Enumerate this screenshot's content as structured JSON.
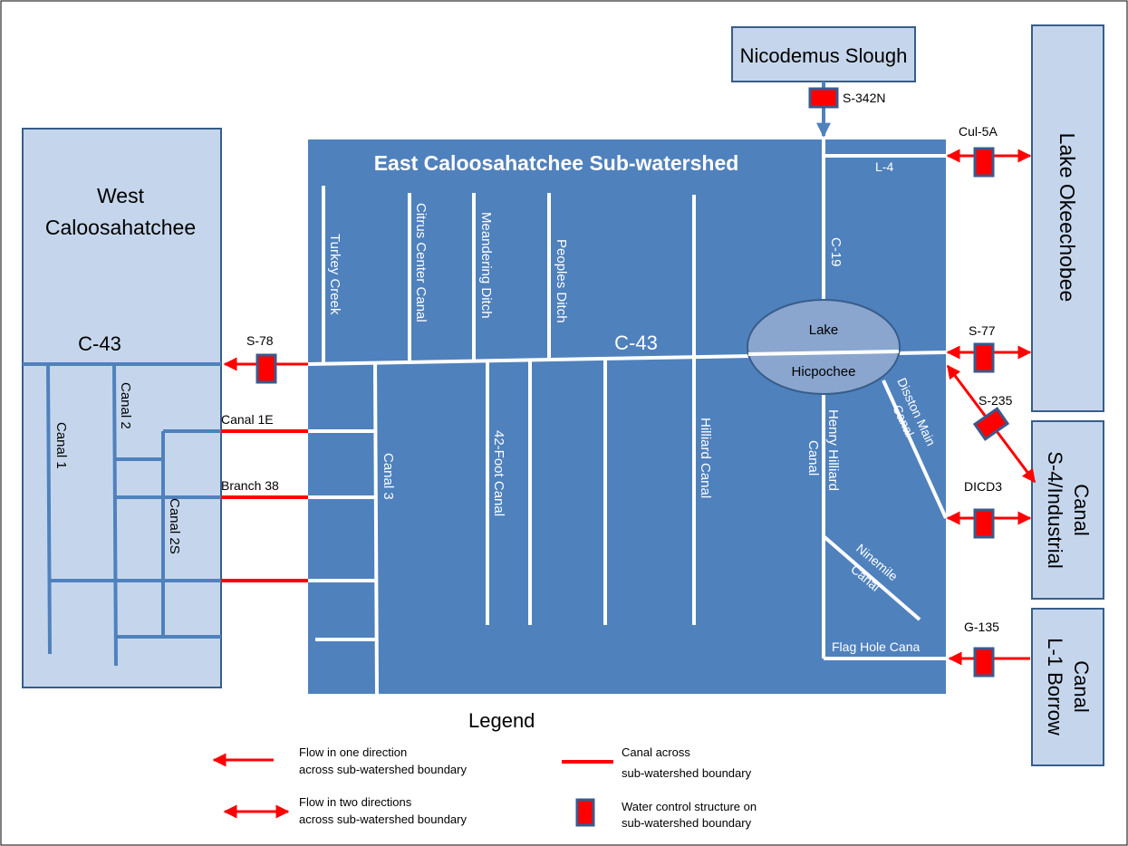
{
  "title": "East Caloosahatchee Sub-watershed",
  "regions": {
    "west": {
      "line1": "West",
      "line2": "Caloosahatchee"
    },
    "nicodemus": "Nicodemus Slough",
    "lake_okeechobee": "Lake Okeechobee",
    "s4_industrial": {
      "line1": "S-4/Industrial",
      "line2": "Canal"
    },
    "l1_borrow": {
      "line1": "L-1 Borrow",
      "line2": "Canal"
    },
    "lake_hicpochee": {
      "line1": "Lake",
      "line2": "Hicpochee"
    }
  },
  "canals": {
    "c43_west": "C-43",
    "c43_east": "C-43",
    "canal_1": "Canal 1",
    "canal_2": "Canal 2",
    "canal_2s": "Canal 2S",
    "canal_3": "Canal 3",
    "turkey_creek": "Turkey Creek",
    "citrus_center": "Citrus Center Canal",
    "meandering_ditch": "Meandering Ditch",
    "peoples_ditch": "Peoples Ditch",
    "forty_two_foot": "42-Foot Canal",
    "hilliard": "Hilliard Canal",
    "c19": "C-19",
    "l4": "L-4",
    "henry_hilliard": {
      "line1": "Henry Hilliard",
      "line2": "Canal"
    },
    "disston_main": {
      "line1": "Disston Main",
      "line2": "Canal"
    },
    "ninemile": {
      "line1": "Ninemile",
      "line2": "Canal"
    },
    "flag_hole": "Flag Hole Cana",
    "canal_1e": "Canal 1E",
    "branch_38": "Branch 38"
  },
  "structures": {
    "s342n": "S-342N",
    "cul5a": "Cul-5A",
    "s77": "S-77",
    "s235": "S-235",
    "dicd3": "DICD3",
    "g135": "G-135",
    "s78": "S-78"
  },
  "legend": {
    "title": "Legend",
    "one_dir": {
      "line1": "Flow in one direction",
      "line2": "across sub-watershed boundary"
    },
    "two_dir": {
      "line1": "Flow in two directions",
      "line2": "across sub-watershed boundary"
    },
    "canal_across": {
      "line1": "Canal across",
      "line2": "sub-watershed boundary"
    },
    "wcs": {
      "line1": "Water control structure on",
      "line2": "sub-watershed boundary"
    }
  },
  "colors": {
    "watershed_fill": "#4f81bd",
    "box_fill": "#c5d6ec",
    "box_stroke": "#385d8a",
    "lake_fill": "#8aa6cf",
    "flow_red": "#ff0000",
    "structure_red": "#ff0000",
    "structure_border": "#3a5a8c"
  }
}
